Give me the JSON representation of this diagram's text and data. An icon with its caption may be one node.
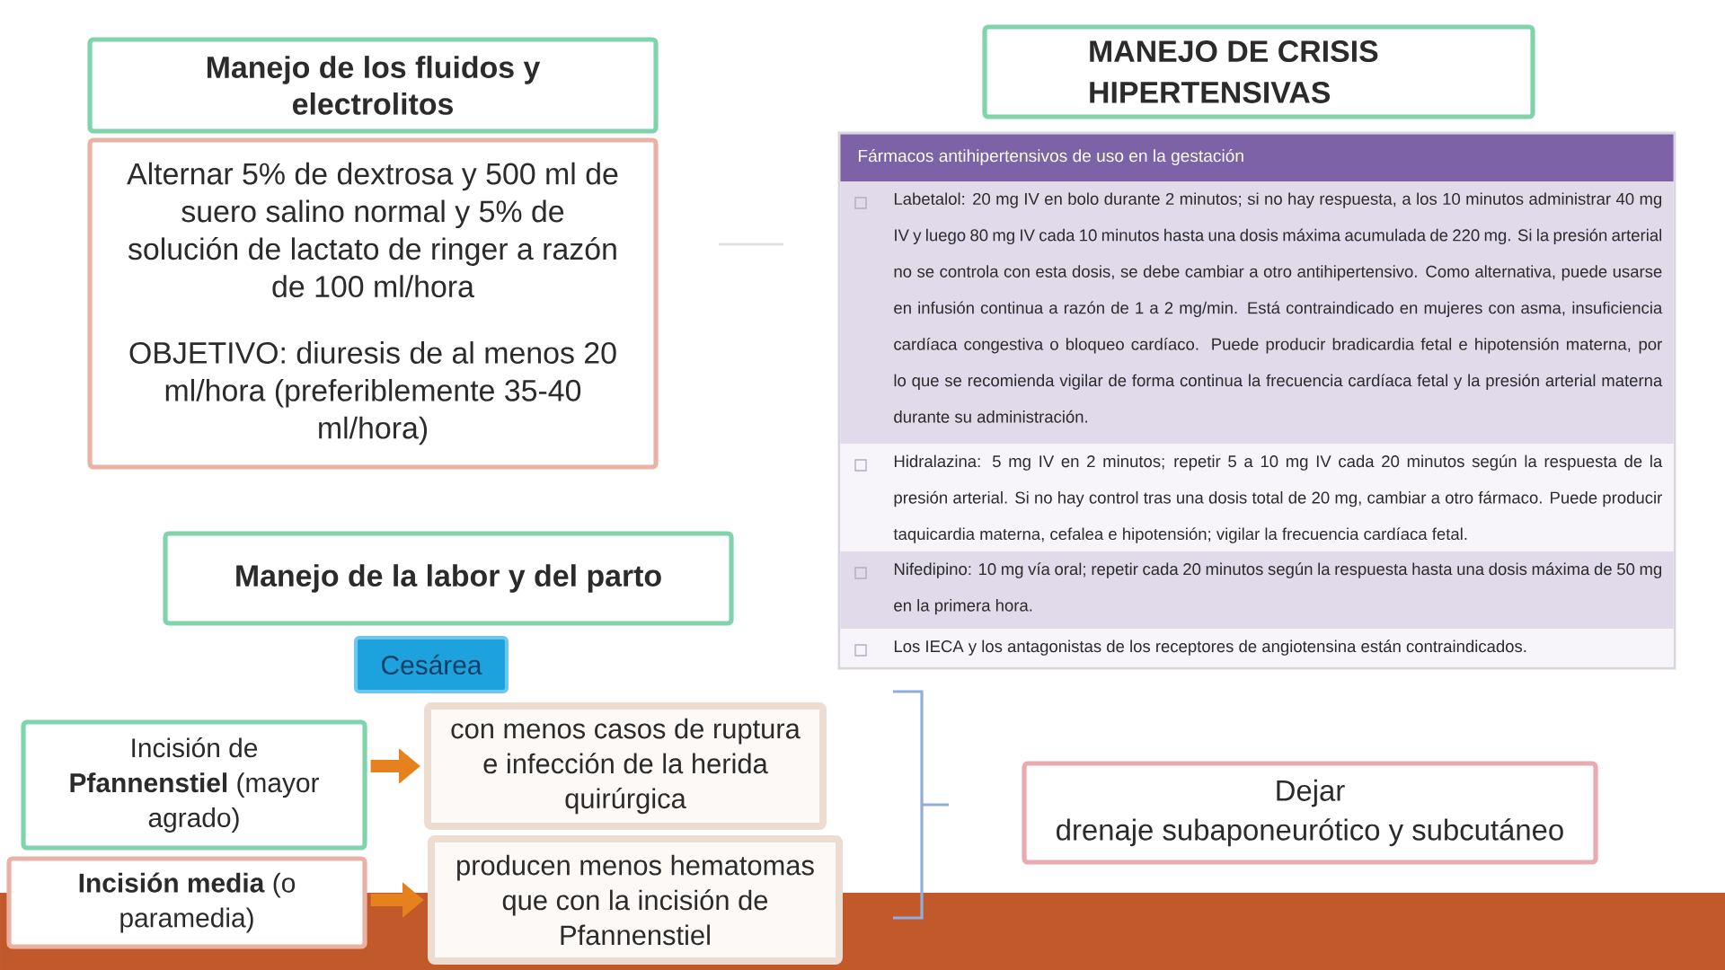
{
  "diagram": {
    "nodes": [
      {
        "text": [
          "Manejo de los fluidos y electrolitos"
        ]
      },
      {
        "text": [
          "Alternar 5% de dextrosa y 500 ml de suero salino normal y 5% de solución de lactato de ringer a razón de 100 ml/hora",
          "OBJETIVO: diuresis de al menos 20 ml/hora (preferiblemente 35-40 ml/hora)"
        ]
      },
      {
        "text": [
          "MANEJO DE CRISIS HIPERTENSIVAS"
        ]
      },
      {
        "text": [
          "Fármacos antihipertensivos de uso en la gestación",
          "Labetalol: 20 mg IV en bolo durante 2 minutos; si no hay respuesta, a los 10 minutos administrar 40 mg IV y luego 80 mg IV cada 10 minutos hasta una dosis máxima acumulada de 220 mg. Si la presión arterial no se controla con esta dosis, se debe cambiar a otro antihipertensivo. Como alternativa, puede usarse en infusión continua a razón de 1 a 2 mg/min. Está contraindicado en mujeres con asma, insuficiencia cardíaca congestiva o bloqueo cardíaco. Puede producir bradicardia fetal e hipotensión materna, por lo que se recomienda vigilar de forma continua la frecuencia cardíaca fetal y la presión arterial materna durante su administración.",
          "Hidralazina: 5 mg IV en 2 minutos; repetir 5 a 10 mg IV cada 20 minutos según la respuesta de la presión arterial. Si no hay control tras una dosis total de 20 mg, cambiar a otro fármaco. Puede producir taquicardia materna, cefalea e hipotensión; vigilar la frecuencia cardíaca fetal.",
          "Nifedipino: 10 mg vía oral; repetir cada 20 minutos según la respuesta hasta una dosis máxima de 50 mg en la primera hora.",
          "Los IECA y los antagonistas de los receptores de angiotensina están contraindicados."
        ]
      },
      {
        "text": [
          "Manejo de la labor y del parto"
        ]
      },
      {
        "text": [
          "Cesárea"
        ]
      },
      {
        "text": [
          "Incisión de **Pfannenstiel** (mayor agrado)"
        ]
      },
      {
        "text": [
          "con menos casos de ruptura e infección de la herida quirúrgica"
        ]
      },
      {
        "text": [
          "**Incisión media** (o paramedia)"
        ]
      },
      {
        "text": [
          "producen menos hematomas que con la incisión de Pfannenstiel"
        ]
      },
      {
        "text": [
          "Dejar",
          "drenaje subaponeurótico y subcutáneo"
        ]
      }
    ],
    "edges": [
      {
        "from": 6,
        "to": 7,
        "arrow": "to"
      },
      {
        "from": 8,
        "to": 9,
        "arrow": "to"
      }
    ]
  }
}
